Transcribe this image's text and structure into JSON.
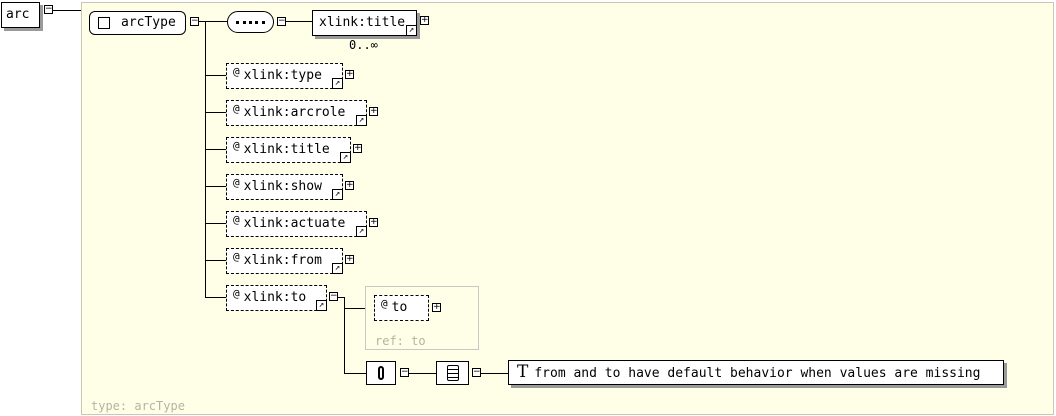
{
  "root": {
    "label": "arc"
  },
  "type_box": {
    "label": "arcType"
  },
  "sequence": {
    "occurs": "0..∞"
  },
  "title_element": {
    "label": "xlink:title"
  },
  "attributes": [
    {
      "label": "xlink:type"
    },
    {
      "label": "xlink:arcrole"
    },
    {
      "label": "xlink:title"
    },
    {
      "label": "xlink:show"
    },
    {
      "label": "xlink:actuate"
    },
    {
      "label": "xlink:from"
    },
    {
      "label": "xlink:to"
    }
  ],
  "ref_group": {
    "attr": "to",
    "ref_label": "ref: to"
  },
  "documentation": {
    "text": "from and to have default behavior when values are missing",
    "glyph": "T"
  },
  "footer": {
    "type_label": "type: arcType"
  }
}
